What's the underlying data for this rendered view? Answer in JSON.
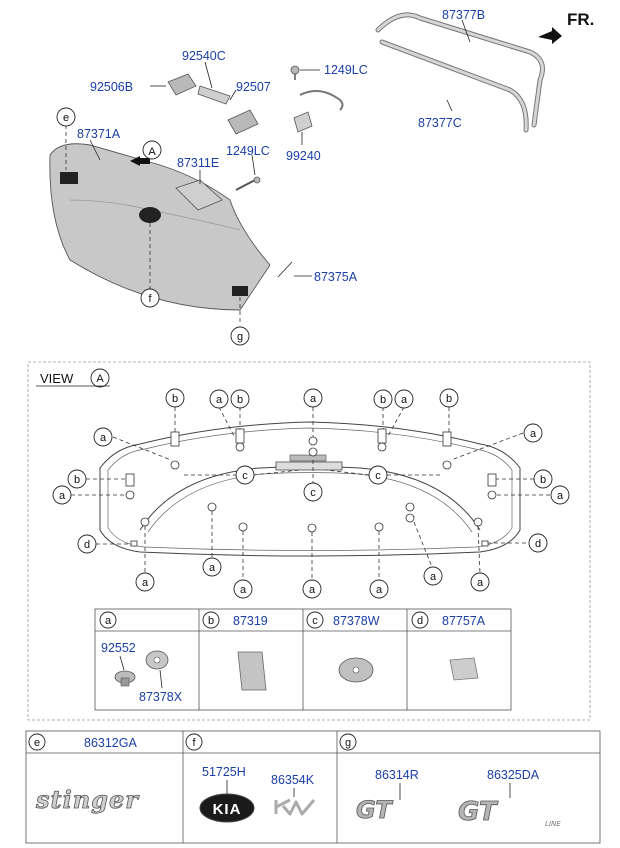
{
  "orientation": {
    "fr_label": "FR."
  },
  "top_parts": {
    "p87377B": "87377B",
    "p87377C": "87377C",
    "p92540C": "92540C",
    "p92506B": "92506B",
    "p92507": "92507",
    "p1249LC_a": "1249LC",
    "p99240": "99240",
    "p87371A": "87371A",
    "p87311E": "87311E",
    "p1249LC_b": "1249LC",
    "p87375A": "87375A"
  },
  "callouts": {
    "a": "a",
    "b": "b",
    "c": "c",
    "d": "d",
    "e": "e",
    "f": "f",
    "g": "g",
    "A": "A"
  },
  "view": {
    "label": "VIEW",
    "ref": "A"
  },
  "table1": {
    "a_part1": "92552",
    "a_part2": "87378X",
    "b_part": "87319",
    "c_part": "87378W",
    "d_part": "87757A"
  },
  "table2": {
    "e_part": "86312GA",
    "f_part1": "51725H",
    "f_part2": "86354K",
    "g_part1": "86314R",
    "g_part2": "86325DA"
  },
  "emblems": {
    "stinger_text": "stinger",
    "kia_text": "KIA",
    "gt_text": "GT",
    "gt_line_text": "GT",
    "gt_line_sub": "LINE"
  }
}
